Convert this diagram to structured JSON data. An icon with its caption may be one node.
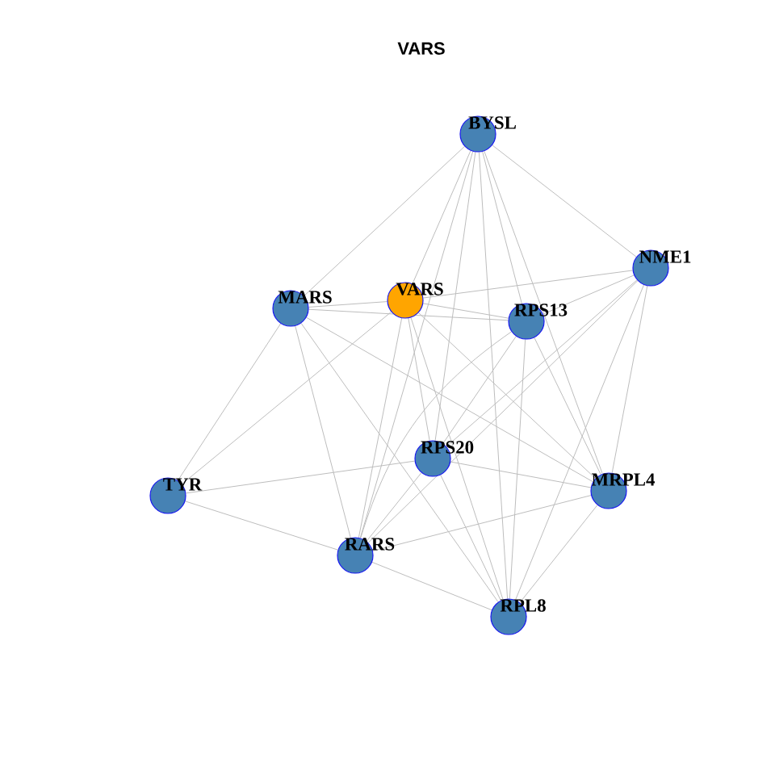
{
  "diagram": {
    "title": "VARS",
    "nodes": [
      {
        "text": [
          "BYSL"
        ]
      },
      {
        "text": [
          "NME1"
        ]
      },
      {
        "text": [
          "VARS"
        ]
      },
      {
        "text": [
          "MARS"
        ]
      },
      {
        "text": [
          "RPS13"
        ]
      },
      {
        "text": [
          "RPS20"
        ]
      },
      {
        "text": [
          "MRPL4"
        ]
      },
      {
        "text": [
          "TYR"
        ]
      },
      {
        "text": [
          "RARS"
        ]
      },
      {
        "text": [
          "RPL8"
        ]
      }
    ],
    "edges": [
      {
        "from": 0,
        "to": 3,
        "arrow": "none"
      },
      {
        "from": 0,
        "to": 1,
        "arrow": "none"
      },
      {
        "from": 0,
        "to": 2,
        "arrow": "none"
      },
      {
        "from": 0,
        "to": 4,
        "arrow": "none"
      },
      {
        "from": 0,
        "to": 5,
        "arrow": "none"
      },
      {
        "from": 0,
        "to": 8,
        "arrow": "none"
      },
      {
        "from": 0,
        "to": 6,
        "arrow": "none"
      },
      {
        "from": 0,
        "to": 9,
        "arrow": "none"
      },
      {
        "from": 1,
        "to": 2,
        "arrow": "none"
      },
      {
        "from": 1,
        "to": 4,
        "arrow": "none"
      },
      {
        "from": 1,
        "to": 5,
        "arrow": "none"
      },
      {
        "from": 1,
        "to": 8,
        "arrow": "none"
      },
      {
        "from": 1,
        "to": 6,
        "arrow": "none"
      },
      {
        "from": 1,
        "to": 9,
        "arrow": "none"
      },
      {
        "from": 2,
        "to": 3,
        "arrow": "none"
      },
      {
        "from": 2,
        "to": 4,
        "arrow": "none"
      },
      {
        "from": 2,
        "to": 5,
        "arrow": "none"
      },
      {
        "from": 2,
        "to": 7,
        "arrow": "none"
      },
      {
        "from": 2,
        "to": 8,
        "arrow": "none"
      },
      {
        "from": 2,
        "to": 9,
        "arrow": "none"
      },
      {
        "from": 2,
        "to": 6,
        "arrow": "none"
      },
      {
        "from": 3,
        "to": 4,
        "arrow": "none"
      },
      {
        "from": 3,
        "to": 7,
        "arrow": "none"
      },
      {
        "from": 3,
        "to": 8,
        "arrow": "none"
      },
      {
        "from": 3,
        "to": 9,
        "arrow": "none"
      },
      {
        "from": 3,
        "to": 6,
        "arrow": "none"
      },
      {
        "from": 4,
        "to": 5,
        "arrow": "none"
      },
      {
        "from": 4,
        "to": 8,
        "arrow": "none"
      },
      {
        "from": 4,
        "to": 9,
        "arrow": "none"
      },
      {
        "from": 4,
        "to": 6,
        "arrow": "none"
      },
      {
        "from": 5,
        "to": 7,
        "arrow": "none"
      },
      {
        "from": 5,
        "to": 8,
        "arrow": "none"
      },
      {
        "from": 5,
        "to": 6,
        "arrow": "none"
      },
      {
        "from": 5,
        "to": 9,
        "arrow": "none"
      },
      {
        "from": 7,
        "to": 8,
        "arrow": "none"
      },
      {
        "from": 8,
        "to": 6,
        "arrow": "none"
      },
      {
        "from": 8,
        "to": 9,
        "arrow": "none"
      },
      {
        "from": 6,
        "to": 9,
        "arrow": "none"
      }
    ]
  }
}
